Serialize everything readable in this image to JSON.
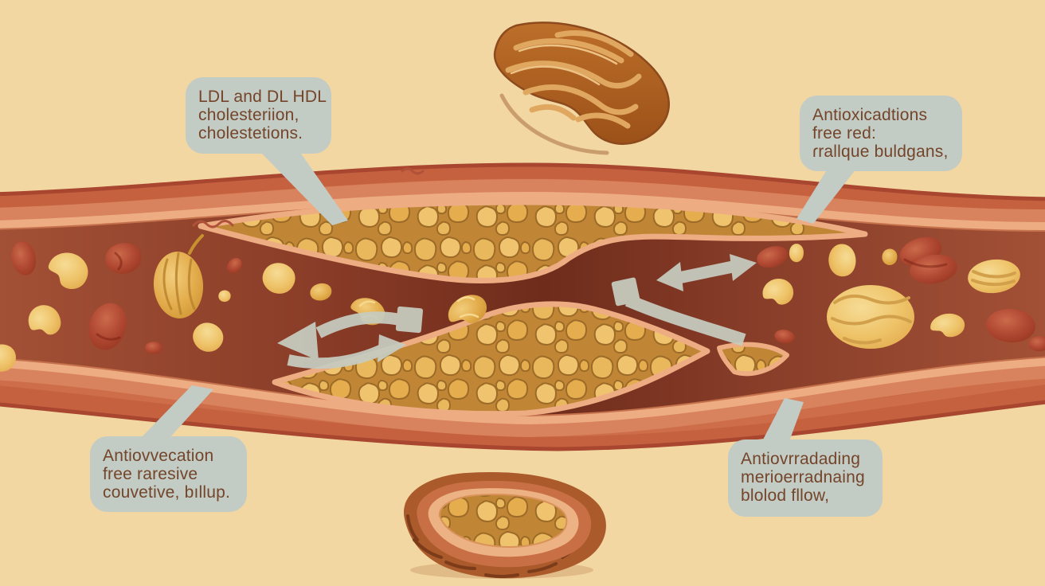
{
  "illustration": {
    "subject": "Artery cross-section with cholesterol plaque buildup, blood cells and nut shapes",
    "style": "medical infographic illustration"
  },
  "colors": {
    "background": "#f3d7a2",
    "artery_wall": "#c5613f",
    "artery_wall_edge": "#a8462f",
    "artery_lining": "#eeac83",
    "blood_dark": "#6f2c1b",
    "blood_light": "#a35136",
    "plaque_base": "#c08635",
    "plaque_pebble": "#eab85c",
    "nut_yellow": "#eec267",
    "cell_red": "#b04832",
    "cashew_brown": "#ad5f20",
    "arrow_gray": "#c7ccc0",
    "callout_bg": "#c2cbc4",
    "callout_text": "#74452a"
  },
  "callouts": [
    {
      "id": "top-left",
      "lines": [
        "LDL and DL HDL",
        "cholesteriion,",
        "cholestetions."
      ]
    },
    {
      "id": "top-right",
      "lines": [
        "Antioxicadtions",
        "free red:",
        "ɾrallque buldgans,"
      ]
    },
    {
      "id": "bottom-left",
      "lines": [
        "Antiovvecation",
        "free raresive",
        "couvetive, bıllup."
      ]
    },
    {
      "id": "bottom-right",
      "lines": [
        "Antiovrradading",
        "merioerradnaing",
        "blolod fllow,"
      ]
    }
  ]
}
